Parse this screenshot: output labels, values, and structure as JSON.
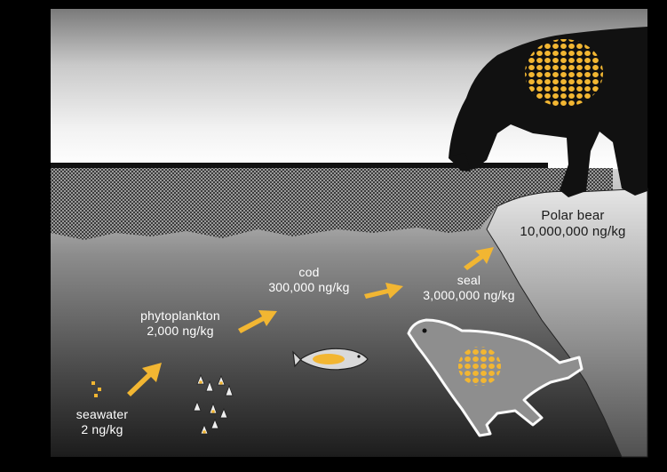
{
  "colors": {
    "accent": "#f2b632",
    "bear": "#111111",
    "ice": "#c8c8c8",
    "background": "#000000"
  },
  "levels": [
    {
      "name": "seawater",
      "value": "2 ng/kg"
    },
    {
      "name": "phytoplankton",
      "value": "2,000 ng/kg"
    },
    {
      "name": "cod",
      "value": "300,000 ng/kg"
    },
    {
      "name": "seal",
      "value": "3,000,000 ng/kg"
    },
    {
      "name": "Polar bear",
      "value": "10,000,000 ng/kg"
    }
  ]
}
